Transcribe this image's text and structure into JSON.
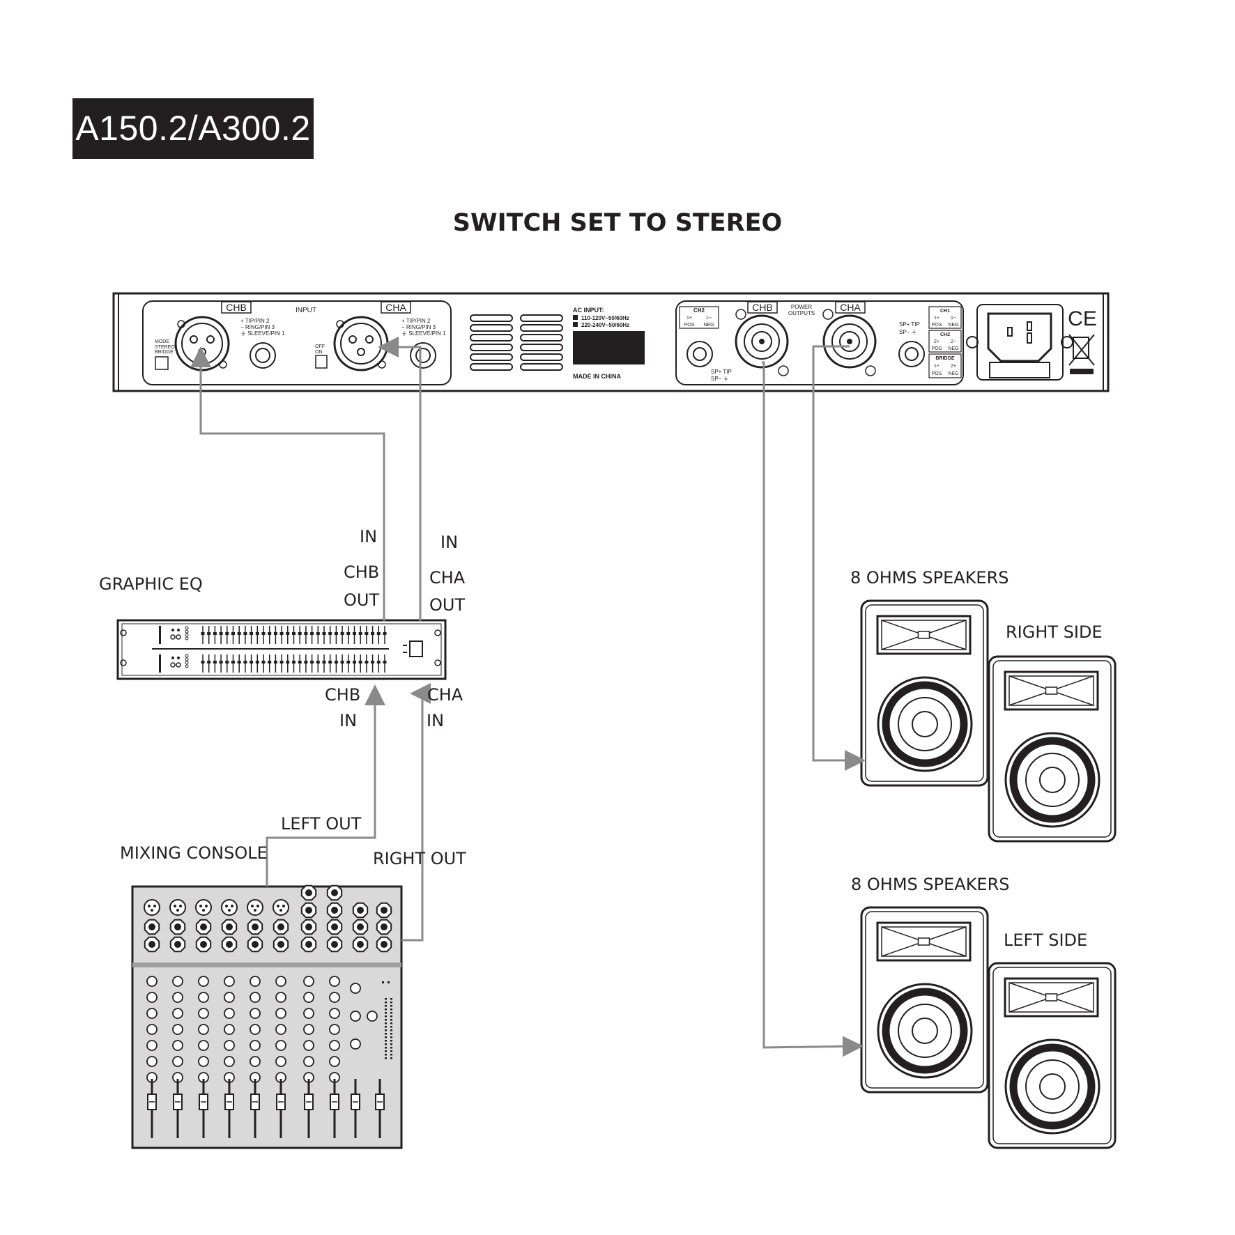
{
  "model": "A150.2/A300.2",
  "heading": "SWITCH SET TO STEREO",
  "amplifier_panel": {
    "input_chb": "CHB",
    "input_cha": "CHA",
    "input_label": "INPUT",
    "pin_tip": "+ TIP/PIN 2",
    "pin_ring": "− RING/PIN 3",
    "pin_sleeve": "⏚ SLEEVE/PIN 1",
    "mode": "MODE",
    "mode_stereo": "STEREO",
    "mode_bridge": "BRIDGE",
    "gnd_off": "OFF",
    "gnd_on": "ON",
    "ac_input": "AC INPUT:",
    "ac_110": "110-120V~50/60Hz",
    "ac_220": "220-240V~50/60Hz",
    "made_in": "MADE IN CHINA",
    "out_chb": "CHB",
    "out_cha": "CHA",
    "power_outputs_1": "POWER",
    "power_outputs_2": "OUTPUTS",
    "ch2": "CH2",
    "ch1": "CH1",
    "bridge": "BRIDGE",
    "pos": "POS",
    "neg": "NEG",
    "plus1": "1+",
    "minus1": "1−",
    "plus2": "2+",
    "minus2": "2−",
    "sp_plus_tip": "SP+ TIP",
    "sp_minus": "SP− ⏚",
    "ce": "CE"
  },
  "labels": {
    "eq_in_chb_top": "IN",
    "eq_chb": "CHB",
    "eq_out_chb": "OUT",
    "eq_in_cha_top": "IN",
    "eq_cha": "CHA",
    "eq_out_cha": "OUT",
    "graphic_eq": "GRAPHIC EQ",
    "eq_chb_bottom": "CHB",
    "eq_in_chb_bottom": "IN",
    "eq_cha_bottom": "CHA",
    "eq_in_cha_bottom": "IN",
    "left_out": "LEFT OUT",
    "mixing_console": "MIXING CONSOLE",
    "right_out": "RIGHT OUT",
    "speakers_top": "8 OHMS SPEAKERS",
    "right_side": "RIGHT SIDE",
    "speakers_bottom": "8 OHMS SPEAKERS",
    "left_side": "LEFT SIDE"
  },
  "colors": {
    "ink": "#231f20",
    "cable": "#8a8a8a",
    "panel_fill": "#ffffff",
    "mixer_fill": "#d9d9d9"
  }
}
